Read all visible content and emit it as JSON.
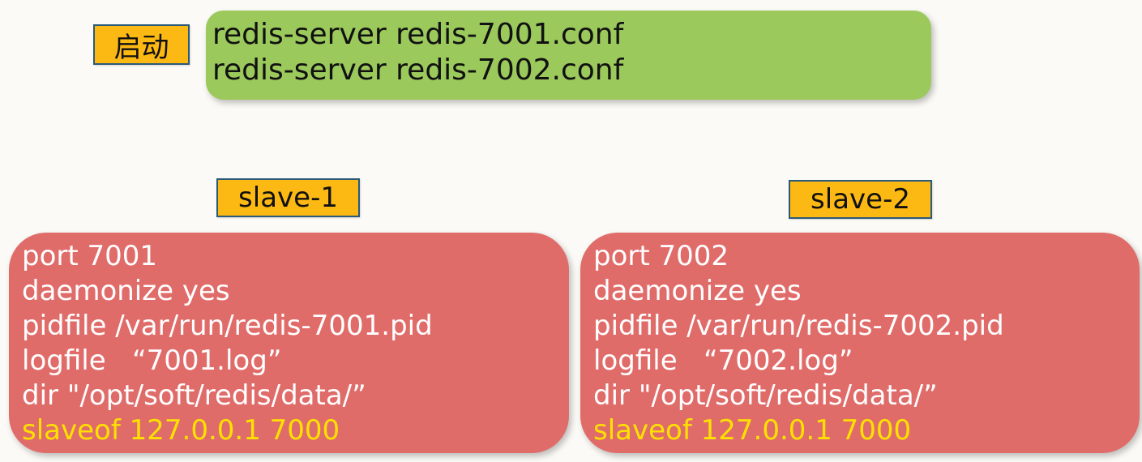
{
  "start": {
    "label": "启动",
    "commands": [
      "redis-server redis-7001.conf",
      "redis-server redis-7002.conf"
    ]
  },
  "slaves": [
    {
      "label": "slave-1",
      "config": {
        "port": "port 7001",
        "daemonize": "daemonize yes",
        "pidfile": "pidfile /var/run/redis-7001.pid",
        "logfile": "logfile   “7001.log”",
        "dir": "dir \"/opt/soft/redis/data/”",
        "slaveof": "slaveof 127.0.0.1 7000"
      }
    },
    {
      "label": "slave-2",
      "config": {
        "port": "port 7002",
        "daemonize": "daemonize yes",
        "pidfile": "pidfile /var/run/redis-7002.pid",
        "logfile": "logfile   “7002.log”",
        "dir": "dir \"/opt/soft/redis/data/”",
        "slaveof": "slaveof 127.0.0.1 7000"
      }
    }
  ],
  "colors": {
    "label_fill": "#fdb913",
    "label_border": "#2a5a7a",
    "command_box": "#9bc95c",
    "config_box": "#e06c6a",
    "config_text": "#ffffff",
    "highlight_text": "#ffe100"
  }
}
